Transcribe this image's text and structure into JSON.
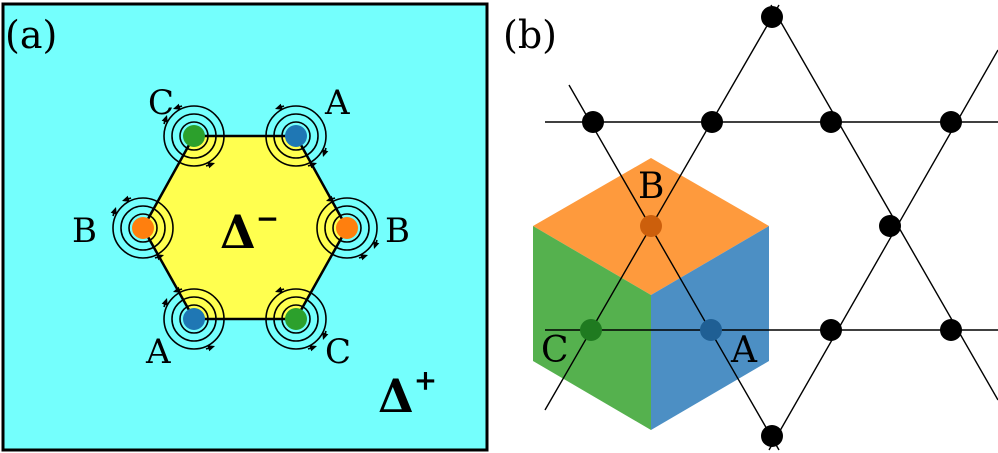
{
  "panel_a": {
    "label": "(a)",
    "outer_label_base": "Δ",
    "outer_label_sup": "+",
    "inner_label_base": "Δ",
    "inner_label_sup": "−",
    "corner_labels": [
      "A",
      "B",
      "C",
      "A",
      "B",
      "C"
    ],
    "colors": {
      "outer_fill": "#74fffd",
      "inner_fill": "#ffff4f",
      "A": "#1f77b4",
      "B": "#ff7f0e",
      "C": "#2ca02c"
    }
  },
  "panel_b": {
    "label": "(b)",
    "vertex_labels": [
      "B",
      "C",
      "A"
    ],
    "colors": {
      "top_face": "#fe9a3d",
      "left_face": "#55b14e",
      "right_face": "#4c8fc4",
      "A": "#1f5f94",
      "B": "#cc5f0c",
      "C": "#1f7a20",
      "lattice_site": "#000000"
    }
  }
}
